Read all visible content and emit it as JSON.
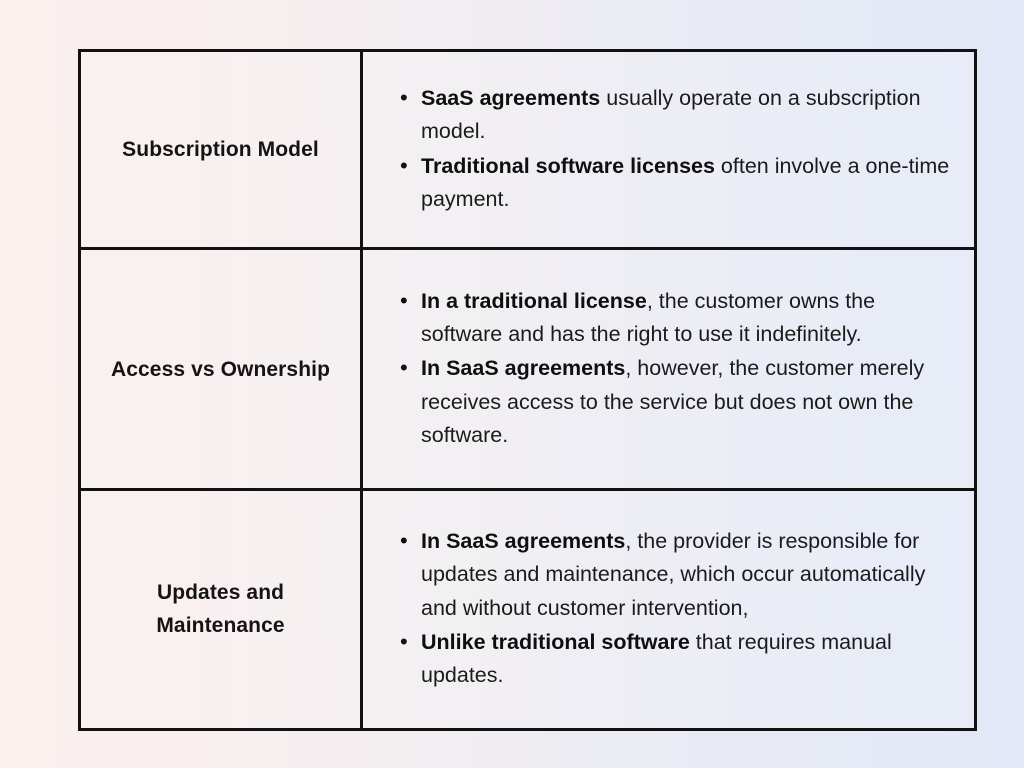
{
  "document": {
    "title": "SaaS agreements vs traditional software licenses comparison table",
    "background": {
      "gradient_start": "#faf0ee",
      "gradient_end": "#e2e8f7",
      "direction": "left-to-right"
    },
    "border_color": "#111111",
    "text_color": "#1b1b1b"
  },
  "table": {
    "rows": [
      {
        "feature": "Subscription Model",
        "bullets": [
          {
            "lead": "SaaS agreements",
            "rest": " usually operate on a subscription model."
          },
          {
            "lead": "Traditional software licenses",
            "rest": " often involve a one-time payment."
          }
        ]
      },
      {
        "feature": "Access vs Ownership",
        "bullets": [
          {
            "lead": "In a traditional license",
            "rest": ", the customer owns the software and has the right to use it indefinitely."
          },
          {
            "lead": "In SaaS agreements",
            "rest": ", however, the customer merely receives access to the service but does not own the software."
          }
        ]
      },
      {
        "feature": "Updates and Maintenance",
        "bullets": [
          {
            "lead": "In SaaS agreements",
            "rest": ", the provider is responsible for updates and maintenance, which occur automatically and without customer intervention,"
          },
          {
            "lead": "Unlike traditional software",
            "rest": " that requires manual updates."
          }
        ]
      }
    ]
  }
}
